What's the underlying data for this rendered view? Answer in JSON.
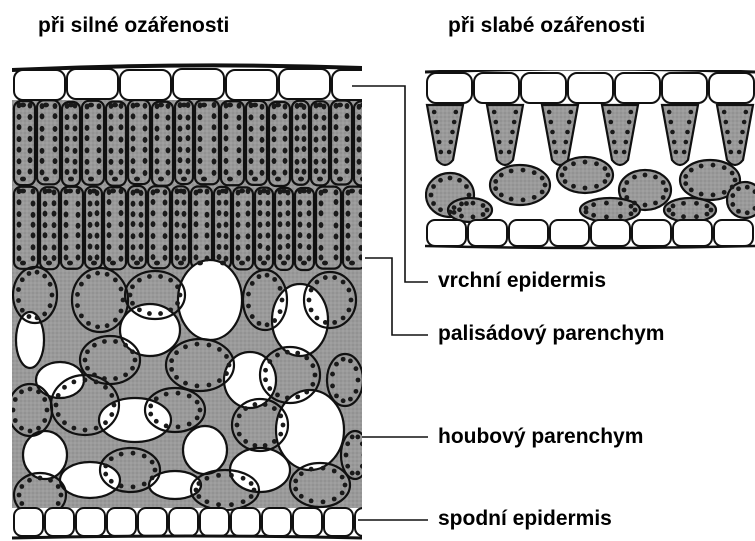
{
  "titles": {
    "strong_light": "při silné ozářenosti",
    "weak_light": "při slabé ozářenosti"
  },
  "labels": {
    "upper_epidermis": "vrchní epidermis",
    "palisade": "palisádový parenchym",
    "spongy": "houbový parenchym",
    "lower_epidermis": "spodní epidermis"
  },
  "colors": {
    "cell_fill": "#9a9a9a",
    "outline": "#111111",
    "chloroplast": "#1a1a1a",
    "epidermis_fill": "#ffffff",
    "background": "#ffffff"
  }
}
